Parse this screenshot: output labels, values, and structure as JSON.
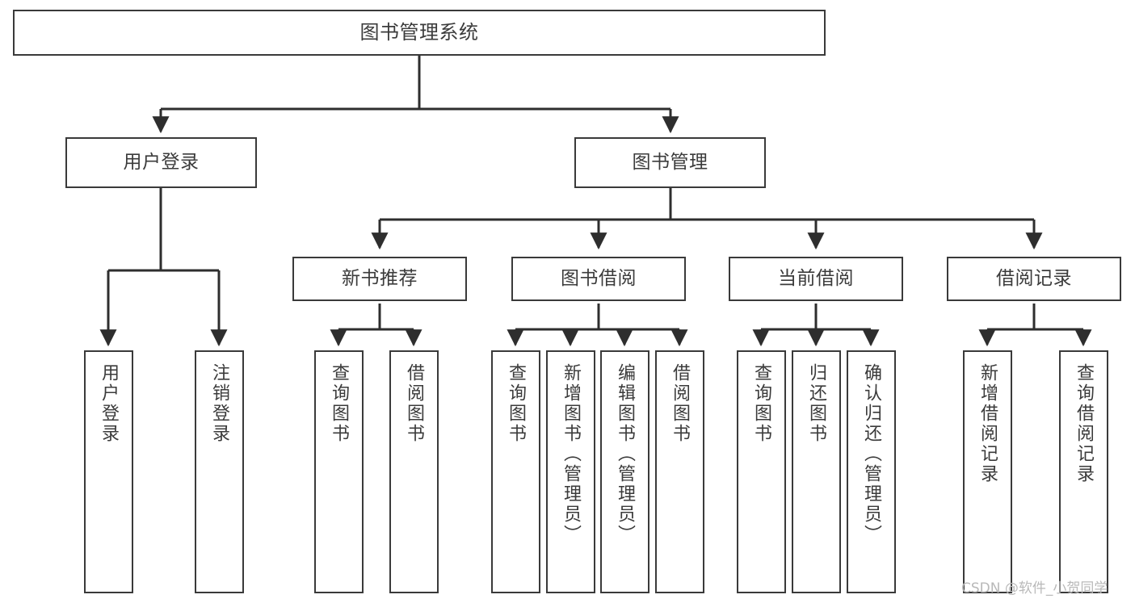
{
  "diagram": {
    "type": "tree",
    "title": "图书管理系统",
    "watermark": "CSDN @软件_小贺同学",
    "colors": {
      "box_border": "#3a3a3a",
      "box_fill": "#ffffff",
      "text": "#3b3b3b",
      "edge": "#2e2e2e",
      "watermark": "#b9b9b9",
      "background": "#ffffff"
    },
    "nodes": {
      "root": {
        "label": "图书管理系统"
      },
      "level2": [
        {
          "id": "user-login",
          "label": "用户登录"
        },
        {
          "id": "book-manage",
          "label": "图书管理"
        }
      ],
      "level3": [
        {
          "id": "new-book-recommend",
          "label": "新书推荐"
        },
        {
          "id": "book-borrow",
          "label": "图书借阅"
        },
        {
          "id": "current-borrow",
          "label": "当前借阅"
        },
        {
          "id": "borrow-record",
          "label": "借阅记录"
        }
      ],
      "leaves": {
        "user-login": [
          {
            "id": "leaf-user-login",
            "label": "用户登录"
          },
          {
            "id": "leaf-logout",
            "label": "注销登录"
          }
        ],
        "new-book-recommend": [
          {
            "id": "leaf-query-book-1",
            "label": "查询图书"
          },
          {
            "id": "leaf-borrow-book-1",
            "label": "借阅图书"
          }
        ],
        "book-borrow": [
          {
            "id": "leaf-query-book-2",
            "label": "查询图书"
          },
          {
            "id": "leaf-add-book",
            "label": "新增图书（管理员）"
          },
          {
            "id": "leaf-edit-book",
            "label": "编辑图书（管理员）"
          },
          {
            "id": "leaf-borrow-book-2",
            "label": "借阅图书"
          }
        ],
        "current-borrow": [
          {
            "id": "leaf-query-book-3",
            "label": "查询图书"
          },
          {
            "id": "leaf-return-book",
            "label": "归还图书"
          },
          {
            "id": "leaf-confirm-return",
            "label": "确认归还（管理员）"
          }
        ],
        "borrow-record": [
          {
            "id": "leaf-add-record",
            "label": "新增借阅记录"
          },
          {
            "id": "leaf-query-record",
            "label": "查询借阅记录"
          }
        ]
      }
    }
  }
}
